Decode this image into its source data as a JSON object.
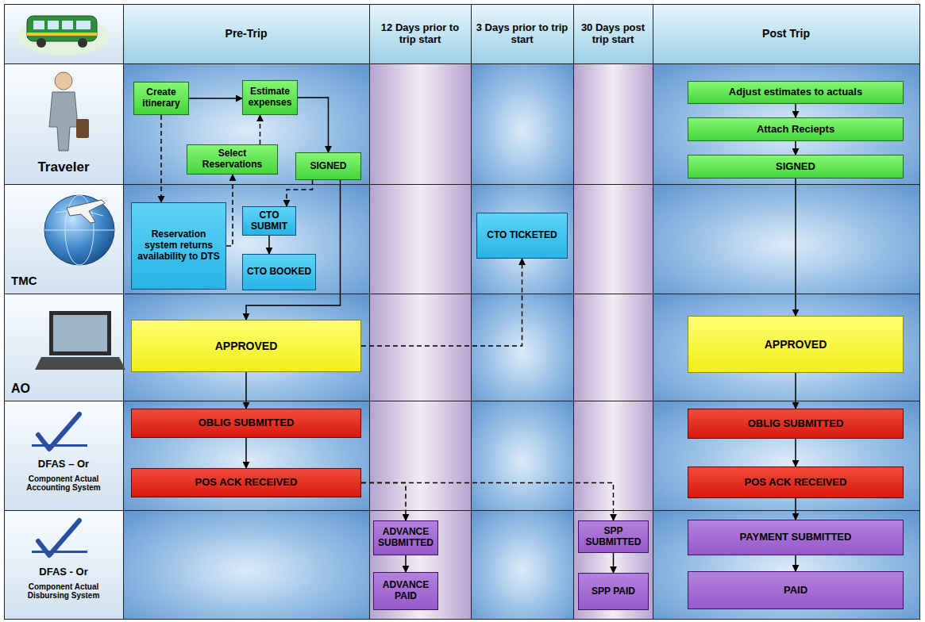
{
  "diagram": {
    "nodes": [
      {
        "text": [
          "Create itinerary"
        ]
      },
      {
        "text": [
          "Estimate expenses"
        ]
      },
      {
        "text": [
          "Select Reservations"
        ]
      },
      {
        "text": [
          "SIGNED"
        ]
      },
      {
        "text": [
          "Reservation system returns availability to DTS"
        ]
      },
      {
        "text": [
          "CTO SUBMIT"
        ]
      },
      {
        "text": [
          "CTO BOOKED"
        ]
      },
      {
        "text": [
          "CTO TICKETED"
        ]
      },
      {
        "text": [
          "APPROVED"
        ]
      },
      {
        "text": [
          "OBLIG SUBMITTED"
        ]
      },
      {
        "text": [
          "POS ACK RECEIVED"
        ]
      },
      {
        "text": [
          "ADVANCE SUBMITTED"
        ]
      },
      {
        "text": [
          "ADVANCE PAID"
        ]
      },
      {
        "text": [
          "SPP SUBMITTED"
        ]
      },
      {
        "text": [
          "SPP PAID"
        ]
      },
      {
        "text": [
          "Adjust estimates to actuals"
        ]
      },
      {
        "text": [
          "Attach Reciepts"
        ]
      },
      {
        "text": [
          "SIGNED"
        ]
      },
      {
        "text": [
          "APPROVED"
        ]
      },
      {
        "text": [
          "OBLIG SUBMITTED"
        ]
      },
      {
        "text": [
          "POS ACK RECEIVED"
        ]
      },
      {
        "text": [
          "PAYMENT SUBMITTED"
        ]
      },
      {
        "text": [
          "PAID"
        ]
      }
    ],
    "edges": [
      {
        "from": 0,
        "to": 1,
        "arrow": "to"
      },
      {
        "from": 0,
        "to": 4,
        "arrow": "to"
      },
      {
        "from": 4,
        "to": 2,
        "arrow": "to"
      },
      {
        "from": 2,
        "to": 1,
        "arrow": "to"
      },
      {
        "from": 1,
        "to": 3,
        "arrow": "to"
      },
      {
        "from": 3,
        "to": 5,
        "arrow": "to"
      },
      {
        "from": 5,
        "to": 6,
        "arrow": "to"
      },
      {
        "from": 3,
        "to": 8,
        "arrow": "to"
      },
      {
        "from": 8,
        "to": 7,
        "arrow": "to"
      },
      {
        "from": 8,
        "to": 9,
        "arrow": "to"
      },
      {
        "from": 9,
        "to": 10,
        "arrow": "to"
      },
      {
        "from": 10,
        "to": 11,
        "arrow": "to"
      },
      {
        "from": 10,
        "to": 13,
        "arrow": "to"
      },
      {
        "from": 11,
        "to": 12,
        "arrow": "to"
      },
      {
        "from": 13,
        "to": 14,
        "arrow": "to"
      },
      {
        "from": 15,
        "to": 16,
        "arrow": "to"
      },
      {
        "from": 16,
        "to": 17,
        "arrow": "to"
      },
      {
        "from": 17,
        "to": 18,
        "arrow": "to"
      },
      {
        "from": 18,
        "to": 19,
        "arrow": "to"
      },
      {
        "from": 19,
        "to": 20,
        "arrow": "to"
      },
      {
        "from": 20,
        "to": 21,
        "arrow": "to"
      },
      {
        "from": 21,
        "to": 22,
        "arrow": "to"
      }
    ],
    "labels": [
      "Pre-Trip",
      "12 Days prior to trip start",
      "3 Days prior to trip start",
      "30 Days post trip start",
      "Post Trip",
      "Traveler",
      "TMC",
      "AO",
      "DFAS – Or",
      "Component Actual Accounting System",
      "DFAS - Or",
      "Component Actual Disbursing System"
    ]
  }
}
